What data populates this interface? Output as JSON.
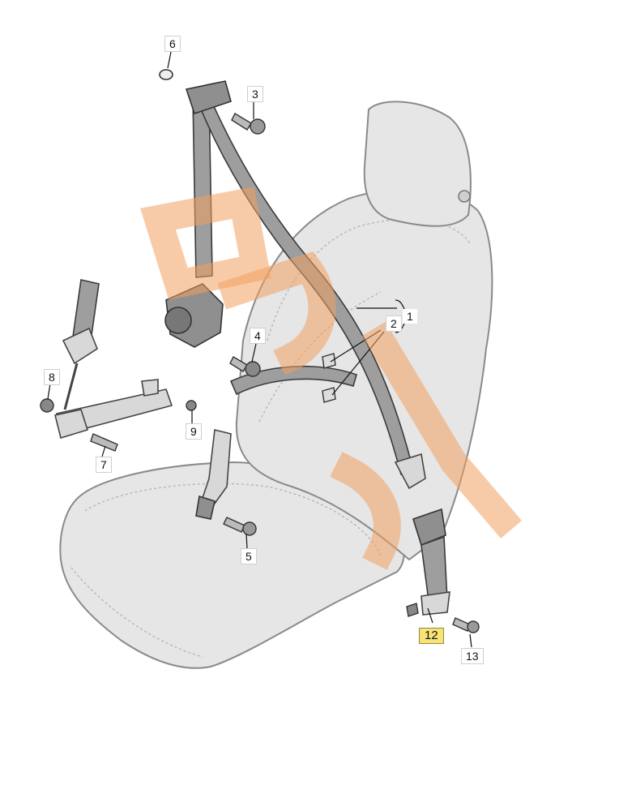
{
  "callouts": [
    {
      "id": "6",
      "label": "6"
    },
    {
      "id": "3",
      "label": "3"
    },
    {
      "id": "4",
      "label": "4"
    },
    {
      "id": "8",
      "label": "8"
    },
    {
      "id": "9",
      "label": "9"
    },
    {
      "id": "7",
      "label": "7"
    },
    {
      "id": "2",
      "label": "2"
    },
    {
      "id": "1",
      "label": "1"
    },
    {
      "id": "5",
      "label": "5"
    },
    {
      "id": "12",
      "label": "12"
    },
    {
      "id": "13",
      "label": "13"
    }
  ],
  "watermark": {
    "text": "ECS PARTS",
    "color": "#f2a160"
  },
  "highlight_color": "#f6e37a"
}
